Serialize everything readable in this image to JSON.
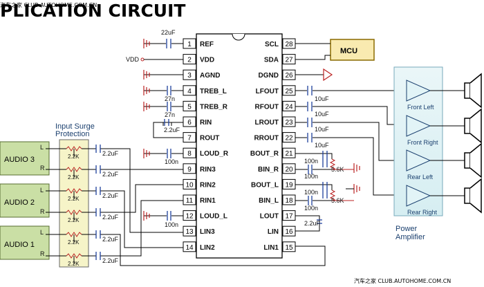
{
  "title": "PLICATION CIRCUIT",
  "chip": {
    "left_pins": [
      {
        "num": "1",
        "name": "REF"
      },
      {
        "num": "2",
        "name": "VDD"
      },
      {
        "num": "3",
        "name": "AGND"
      },
      {
        "num": "4",
        "name": "TREB_L"
      },
      {
        "num": "5",
        "name": "TREB_R"
      },
      {
        "num": "6",
        "name": "RIN"
      },
      {
        "num": "7",
        "name": "ROUT"
      },
      {
        "num": "8",
        "name": "LOUD_R"
      },
      {
        "num": "9",
        "name": "RIN3"
      },
      {
        "num": "10",
        "name": "RIN2"
      },
      {
        "num": "11",
        "name": "RIN1"
      },
      {
        "num": "12",
        "name": "LOUD_L"
      },
      {
        "num": "13",
        "name": "LIN3"
      },
      {
        "num": "14",
        "name": "LIN2"
      }
    ],
    "right_pins": [
      {
        "num": "28",
        "name": "SCL"
      },
      {
        "num": "27",
        "name": "SDA"
      },
      {
        "num": "26",
        "name": "DGND"
      },
      {
        "num": "25",
        "name": "LFOUT"
      },
      {
        "num": "24",
        "name": "RFOUT"
      },
      {
        "num": "23",
        "name": "LROUT"
      },
      {
        "num": "22",
        "name": "RROUT"
      },
      {
        "num": "21",
        "name": "BOUT_R"
      },
      {
        "num": "20",
        "name": "BIN_R"
      },
      {
        "num": "19",
        "name": "BOUT_L"
      },
      {
        "num": "18",
        "name": "BIN_L"
      },
      {
        "num": "17",
        "name": "LOUT"
      },
      {
        "num": "16",
        "name": "LIN"
      },
      {
        "num": "15",
        "name": "LIN1"
      }
    ]
  },
  "mcu_label": "MCU",
  "vdd_label": "VDD",
  "components": {
    "ref_cap": "22uF",
    "treb_cap": "27n",
    "treb_cap2": "27n",
    "rin_cap": "2.2uF",
    "loud_r_cap": "100n",
    "loud_l_cap": "100n",
    "out_caps": [
      "10uF",
      "10uF",
      "10uF",
      "10uF"
    ],
    "bass_r_cap_top": "100n",
    "bass_r_cap_bottom": "100n",
    "bass_l_cap_top": "100n",
    "bass_l_cap_bottom": "100n",
    "bass_r_res": "5.6K",
    "bass_l_res": "5.6K",
    "lout_cap": "2.2uF",
    "input_res": "2.2K",
    "input_cap": "2.2uF"
  },
  "input_surge": {
    "title_line1": "Input Surge",
    "title_line2": "Protection"
  },
  "audio_inputs": [
    {
      "label": "AUDIO 3",
      "l": "L",
      "r": "R"
    },
    {
      "label": "AUDIO 2",
      "l": "L",
      "r": "R"
    },
    {
      "label": "AUDIO 1",
      "l": "L",
      "r": "R"
    }
  ],
  "amplifier": {
    "channels": [
      "Front Left",
      "Front Right",
      "Rear Left",
      "Rear Right"
    ],
    "title_line1": "Power",
    "title_line2": "Amplifier"
  },
  "watermark_top": "汽车之家 CLUB.AUTOHOME.COM.CN",
  "watermark_bottom": "汽车之家 CLUB.AUTOHOME.COM.CN"
}
